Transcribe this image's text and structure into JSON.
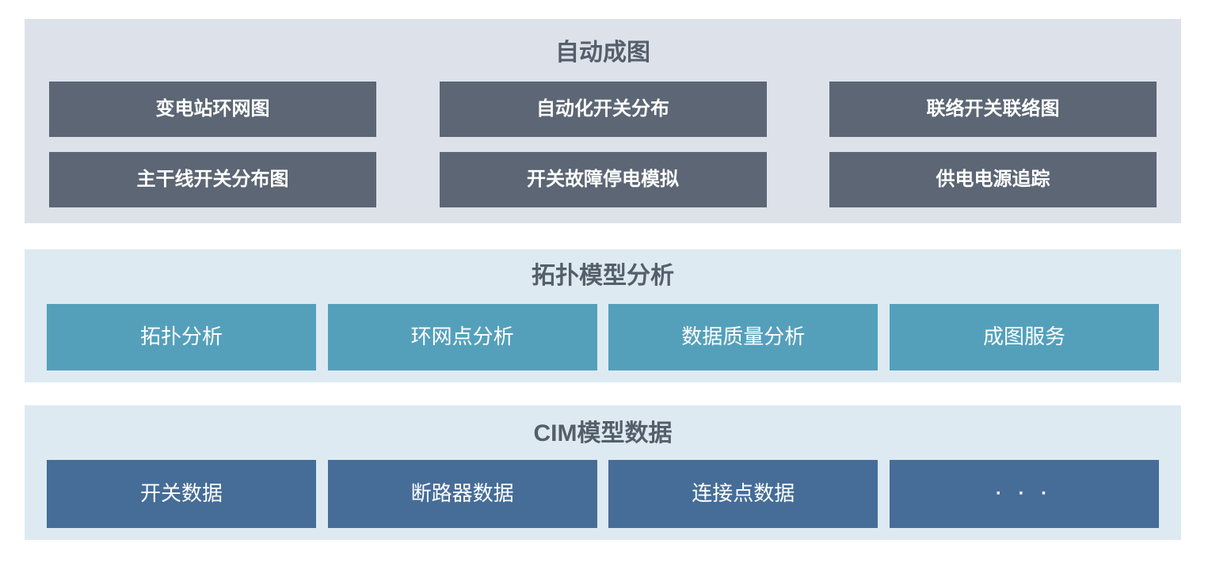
{
  "sections": [
    {
      "id": "auto-diagram-generation",
      "title": "自动成图",
      "items": [
        "变电站环网图",
        "自动化开关分布",
        "联络开关联络图",
        "主干线开关分布图",
        "开关故障停电模拟",
        "供电电源追踪"
      ]
    },
    {
      "id": "topology-model-analysis",
      "title": "拓扑模型分析",
      "items": [
        "拓扑分析",
        "环网点分析",
        "数据质量分析",
        "成图服务"
      ]
    },
    {
      "id": "cim-model-data",
      "title": "CIM模型数据",
      "items": [
        "开关数据",
        "断路器数据",
        "连接点数据",
        "· · ·"
      ]
    }
  ],
  "colors": {
    "page_bg": "#ffffff",
    "section1_panel_bg": "#dde2ea",
    "section1_box_bg": "#5c6674",
    "section2_panel_bg": "#ddeaf2",
    "section2_box_bg": "#54a0bb",
    "section3_panel_bg": "#ddeaf2",
    "section3_box_bg": "#466d97",
    "title_text": "#555f6b",
    "box_text": "#ffffff"
  }
}
